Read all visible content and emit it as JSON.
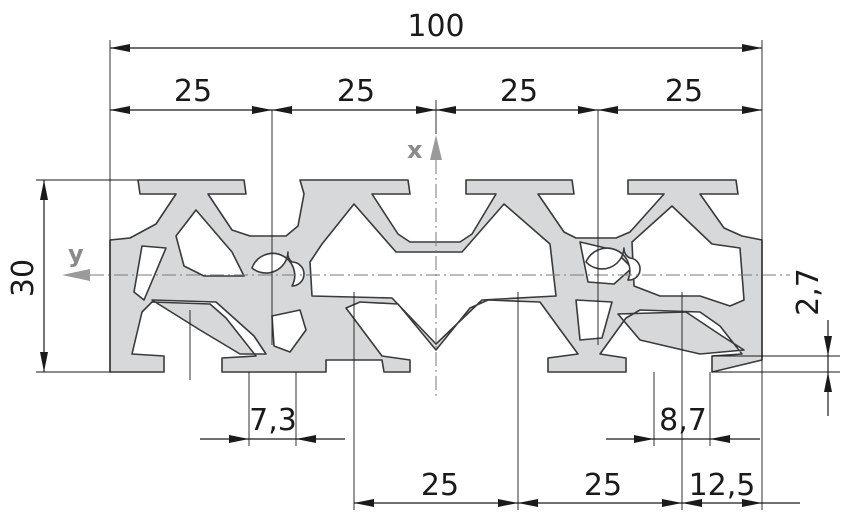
{
  "dimensions": {
    "overall_width": "100",
    "top_pitch": [
      "25",
      "25",
      "25",
      "25"
    ],
    "height": "30",
    "slot_offset": "2,7",
    "left_slot_width": "7,3",
    "right_slot_width": "8,7",
    "bottom_pitch": [
      "25",
      "25"
    ],
    "edge_distance": "12,5"
  },
  "axes": {
    "x_label": "x",
    "y_label": "y"
  },
  "colors": {
    "profile_fill": "#d6d8da",
    "outline": "#3a3a3a",
    "axis": "#9a9a9a"
  }
}
